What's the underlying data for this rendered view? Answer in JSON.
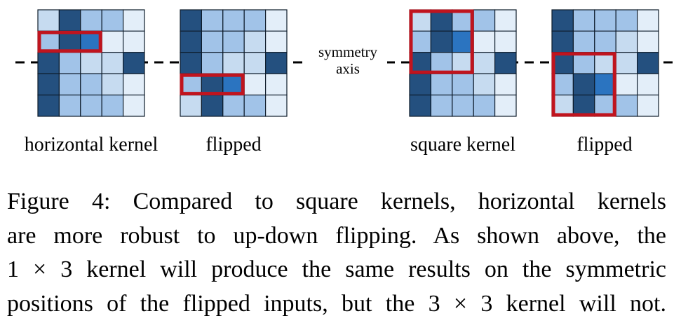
{
  "panels": [
    {
      "label": "horizontal kernel",
      "grid": [
        [
          2,
          0,
          1,
          1,
          3
        ],
        [
          1,
          0,
          4,
          3,
          3
        ],
        [
          0,
          1,
          2,
          2,
          0
        ],
        [
          0,
          1,
          1,
          2,
          3
        ],
        [
          0,
          1,
          1,
          1,
          3
        ]
      ],
      "kernel": {
        "row": 1,
        "col": 0,
        "rows": 1,
        "cols": 3
      }
    },
    {
      "label": "flipped",
      "grid": [
        [
          0,
          1,
          1,
          1,
          3
        ],
        [
          0,
          1,
          1,
          2,
          3
        ],
        [
          0,
          1,
          2,
          2,
          0
        ],
        [
          1,
          0,
          4,
          3,
          3
        ],
        [
          2,
          0,
          1,
          1,
          3
        ]
      ],
      "kernel": {
        "row": 3,
        "col": 0,
        "rows": 1,
        "cols": 3
      }
    },
    {
      "label": "square kernel",
      "grid": [
        [
          2,
          0,
          1,
          1,
          3
        ],
        [
          1,
          0,
          4,
          3,
          3
        ],
        [
          0,
          1,
          2,
          2,
          0
        ],
        [
          0,
          1,
          1,
          2,
          3
        ],
        [
          0,
          1,
          1,
          1,
          3
        ]
      ],
      "kernel": {
        "row": 0,
        "col": 0,
        "rows": 3,
        "cols": 3
      }
    },
    {
      "label": "flipped",
      "grid": [
        [
          0,
          1,
          1,
          1,
          3
        ],
        [
          0,
          1,
          1,
          2,
          3
        ],
        [
          0,
          1,
          2,
          2,
          0
        ],
        [
          1,
          0,
          4,
          3,
          3
        ],
        [
          2,
          0,
          1,
          1,
          3
        ]
      ],
      "kernel": {
        "row": 2,
        "col": 0,
        "rows": 3,
        "cols": 3
      }
    }
  ],
  "palette": {
    "0": "#24507f",
    "1": "#a1c3e8",
    "2": "#c6dbf0",
    "3": "#e3eef9",
    "4": "#2b74c0"
  },
  "kernel_color": "#c0141e",
  "axis_label": [
    "symmetry",
    "axis"
  ],
  "caption": {
    "line1": "Figure 4:  Compared to square kernels, horizontal kernels",
    "line2": "are more robust to up-down flipping.  As shown above, the",
    "line3_a": "1 × 3",
    "line3_b": " kernel will produce the same results on the symmetric",
    "line4_a": "positions of the flipped inputs, but the ",
    "line4_b": "3 × 3",
    "line4_c": " kernel will not."
  }
}
